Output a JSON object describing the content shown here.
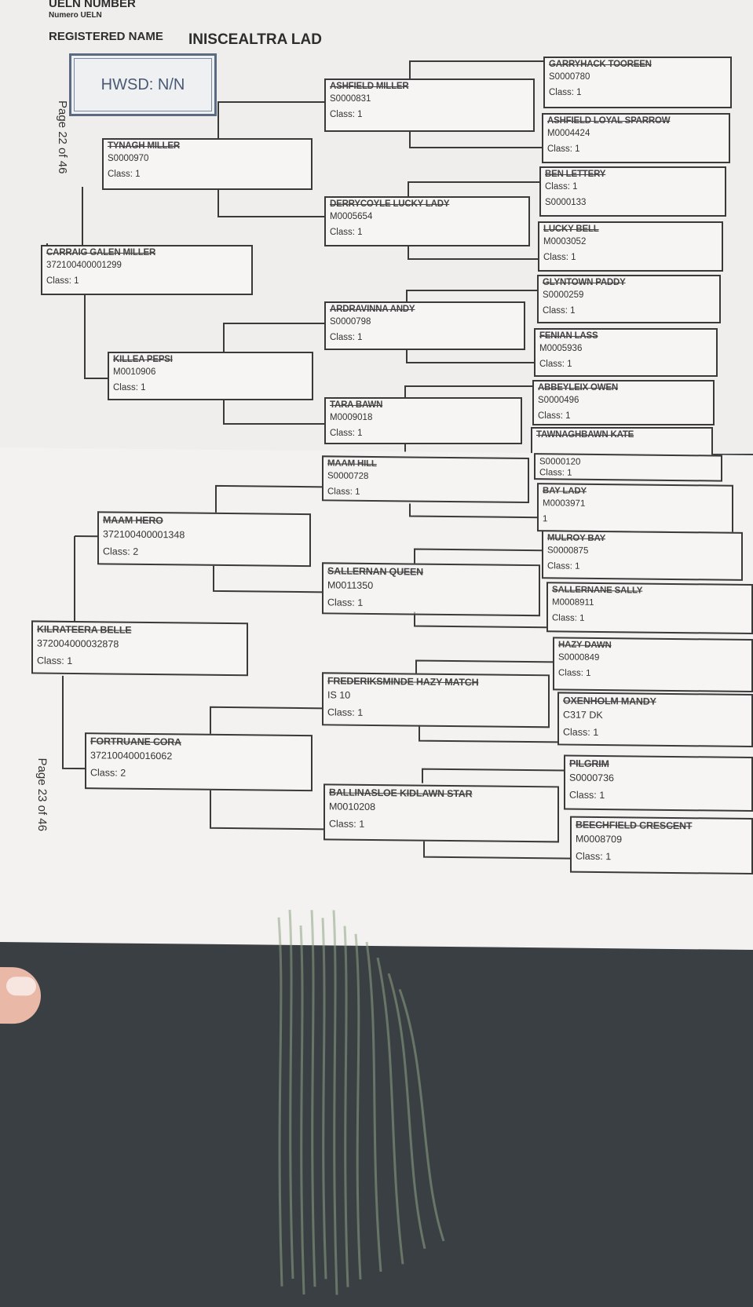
{
  "header": {
    "ueln_label": "UELN NUMBER",
    "ueln_sub": "Numero UELN",
    "registered_label": "REGISTERED NAME",
    "registered_name": "INISCEALTRA LAD",
    "hwsd": "HWSD: N/N",
    "page_top": "Page 22 of 46",
    "page_bottom": "Page 23 of 46"
  },
  "sire_side": {
    "horse": {
      "name": "CARRAIG GALEN MILLER",
      "id": "372100400001299",
      "cls": "Class: 1"
    },
    "sire": {
      "name": "TYNAGH MILLER",
      "id": "S0000970",
      "cls": "Class: 1"
    },
    "dam": {
      "name": "KILLEA PEPSI",
      "id": "M0010906",
      "cls": "Class: 1"
    },
    "ss": {
      "name": "ASHFIELD MILLER",
      "id": "S0000831",
      "cls": "Class: 1"
    },
    "sd": {
      "name": "DERRYCOYLE LUCKY LADY",
      "id": "M0005654",
      "cls": "Class: 1"
    },
    "ds": {
      "name": "ARDRAVINNA ANDY",
      "id": "S0000798",
      "cls": "Class: 1"
    },
    "dd": {
      "name": "TARA BAWN",
      "id": "M0009018",
      "cls": "Class: 1"
    },
    "g": [
      {
        "name": "GARRYHACK TOOREEN",
        "l1": "S0000780",
        "l2": "Class: 1"
      },
      {
        "name": "ASHFIELD LOYAL SPARROW",
        "l1": "M0004424",
        "l2": "Class: 1"
      },
      {
        "name": "BEN LETTERY",
        "l1": "Class: 1",
        "l2": "S0000133"
      },
      {
        "name": "LUCKY BELL",
        "l1": "M0003052",
        "l2": "Class: 1"
      },
      {
        "name": "GLYNTOWN PADDY",
        "l1": "S0000259",
        "l2": "Class: 1"
      },
      {
        "name": "FENIAN LASS",
        "l1": "M0005936",
        "l2": "Class: 1"
      },
      {
        "name": "ABBEYLEIX OWEN",
        "l1": "S0000496",
        "l2": "Class: 1"
      },
      {
        "name": "TAWNAGHBAWN KATE",
        "l1": "",
        "l2": ""
      }
    ]
  },
  "dam_side": {
    "horse": {
      "name": "KILRATEERA BELLE",
      "id": "372004000032878",
      "cls": "Class: 1"
    },
    "sire": {
      "name": "MAAM HERO",
      "id": "372100400001348",
      "cls": "Class: 2"
    },
    "dam": {
      "name": "FORTRUANE CORA",
      "id": "372100400016062",
      "cls": "Class: 2"
    },
    "ss": {
      "name": "MAAM HILL",
      "id": "S0000728",
      "cls": "Class: 1"
    },
    "sd": {
      "name": "SALLERNAN QUEEN",
      "id": "M0011350",
      "cls": "Class: 1"
    },
    "ds": {
      "name": "FREDERIKSMINDE HAZY MATCH",
      "id": "IS 10",
      "cls": "Class: 1"
    },
    "dd": {
      "name": "BALLINASLOE KIDLAWN STAR",
      "id": "M0010208",
      "cls": "Class: 1"
    },
    "g": [
      {
        "name": "",
        "l1": "S0000120",
        "l2": "Class: 1"
      },
      {
        "name": "BAY LADY",
        "l1": "M0003971",
        "l2": "1"
      },
      {
        "name": "MULROY BAY",
        "l1": "S0000875",
        "l2": "Class: 1"
      },
      {
        "name": "SALLERNANE SALLY",
        "l1": "M0008911",
        "l2": "Class: 1"
      },
      {
        "name": "HAZY DAWN",
        "l1": "S0000849",
        "l2": "Class: 1"
      },
      {
        "name": "OXENHOLM MANDY",
        "l1": "C317 DK",
        "l2": "Class: 1"
      },
      {
        "name": "PILGRIM",
        "l1": "S0000736",
        "l2": "Class: 1"
      },
      {
        "name": "BEECHFIELD CRESCENT",
        "l1": "M0008709",
        "l2": "Class: 1"
      }
    ]
  }
}
